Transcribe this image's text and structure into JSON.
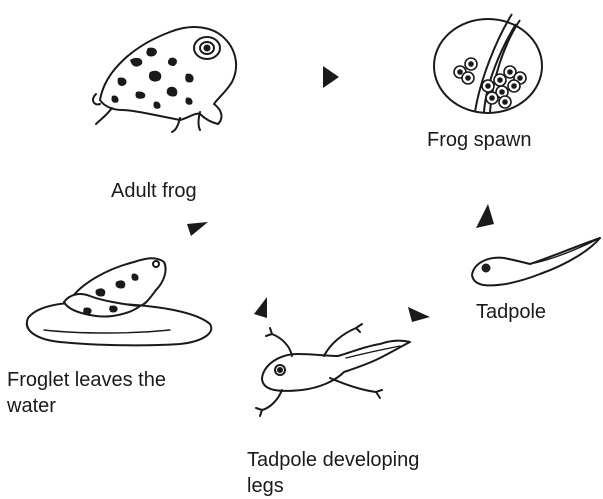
{
  "diagram": {
    "stages": {
      "adult_frog": "Adult frog",
      "frog_spawn": "Frog spawn",
      "tadpole": "Tadpole",
      "tadpole_legs": "Tadpole developing legs",
      "froglet": "Froglet leaves the water"
    }
  },
  "colors": {
    "ink": "#1a1a1a",
    "background": "#ffffff"
  },
  "icons": [
    "arrow-right-icon",
    "arrow-up-icon",
    "arrow-down-left-icon",
    "arrow-up-right-icon"
  ]
}
